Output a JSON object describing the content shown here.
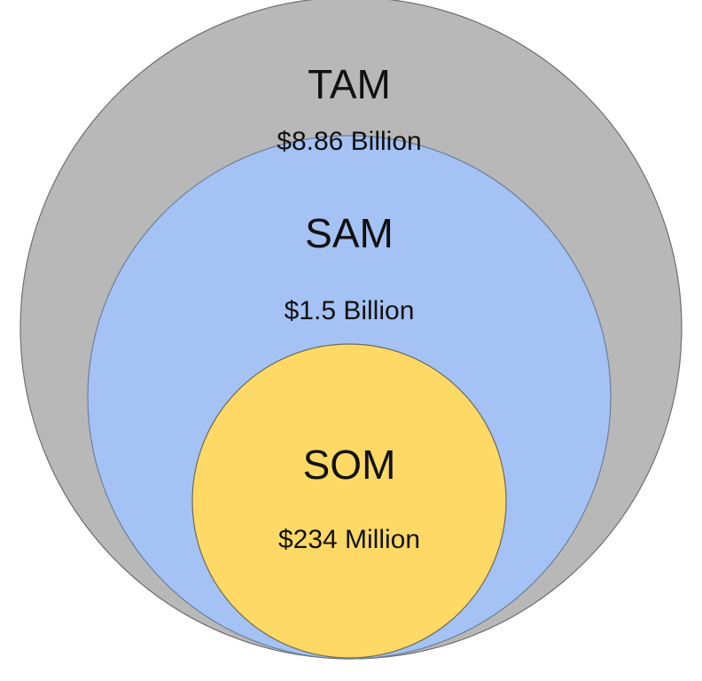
{
  "diagram": {
    "circles": [
      {
        "key": "tam",
        "title": "TAM",
        "value": "$8.86 Billion",
        "fill": "#b8b8b8",
        "stroke": "#6f6f6f"
      },
      {
        "key": "sam",
        "title": "SAM",
        "value": "$1.5 Billion",
        "fill": "#a4c2f4",
        "stroke": "#6e7f98"
      },
      {
        "key": "som",
        "title": "SOM",
        "value": "$234 Million",
        "fill": "#ffd966",
        "stroke": "#6f6a58"
      }
    ]
  }
}
